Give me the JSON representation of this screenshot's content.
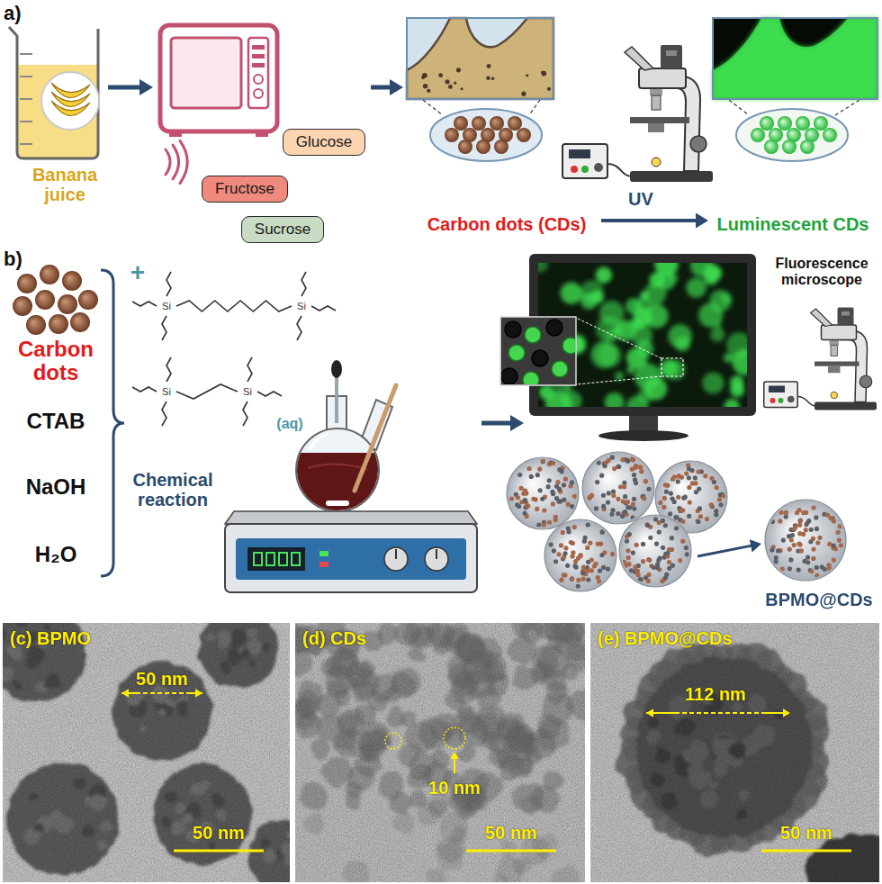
{
  "diagram": {
    "nodes": [
      {
        "text": [
          "Glucose"
        ]
      },
      {
        "text": [
          "Fructose"
        ]
      },
      {
        "text": [
          "Sucrose"
        ]
      },
      {
        "text": [
          "(c) BPMO",
          "50 nm",
          "50 nm"
        ]
      },
      {
        "text": [
          "(d) CDs",
          "10 nm",
          "50 nm"
        ]
      },
      {
        "text": [
          "(e) BPMO@CDs",
          "112 nm",
          "50 nm"
        ]
      }
    ],
    "labels": [
      "a)",
      "Banana juice",
      "Carbon dots (CDs)",
      "UV",
      "Luminescent CDs",
      "b)",
      "Carbon dots",
      "CTAB",
      "NaOH",
      "H₂O",
      "+",
      "Si",
      "Si",
      "Si",
      "Si",
      "(aq)",
      "Chemical reaction",
      "Fluorescence microscope",
      "BPMO@CDs"
    ]
  }
}
